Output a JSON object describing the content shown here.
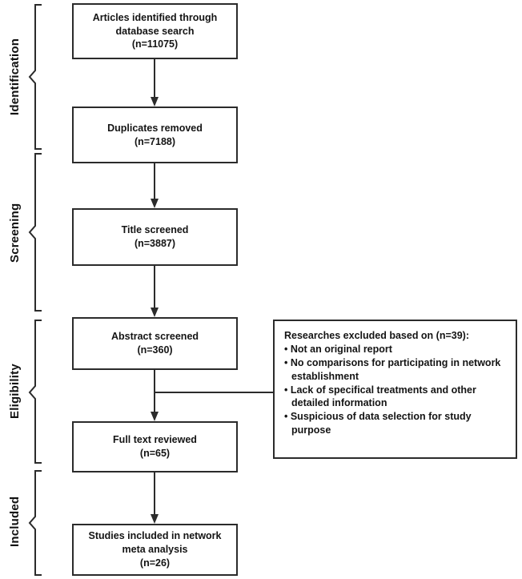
{
  "diagram": {
    "type": "prisma-flow-diagram",
    "stages": [
      {
        "id": "identification",
        "label": "Identification"
      },
      {
        "id": "screening",
        "label": "Screening"
      },
      {
        "id": "eligibility",
        "label": "Eligibility"
      },
      {
        "id": "included",
        "label": "Included"
      }
    ],
    "boxes": [
      {
        "id": "identified",
        "lines": [
          "Articles identified through",
          "database search",
          "(n=11075)"
        ]
      },
      {
        "id": "duplicates",
        "lines": [
          "Duplicates removed",
          "(n=7188)"
        ]
      },
      {
        "id": "title-screened",
        "lines": [
          "Title screened",
          "(n=3887)"
        ]
      },
      {
        "id": "abstract-screened",
        "lines": [
          "Abstract screened",
          "(n=360)"
        ]
      },
      {
        "id": "full-text",
        "lines": [
          "Full text reviewed",
          "(n=65)"
        ]
      },
      {
        "id": "included-studies",
        "lines": [
          "Studies included in network",
          "meta analysis",
          "(n=26)"
        ]
      },
      {
        "id": "excluded",
        "heading": "Researches excluded based on (n=39):",
        "bullets": [
          "• Not an original report",
          "• No comparisons for participating in network establishment",
          "• Lack of specifical treatments and other detailed information",
          "• Suspicious of data selection for study purpose"
        ]
      }
    ]
  }
}
